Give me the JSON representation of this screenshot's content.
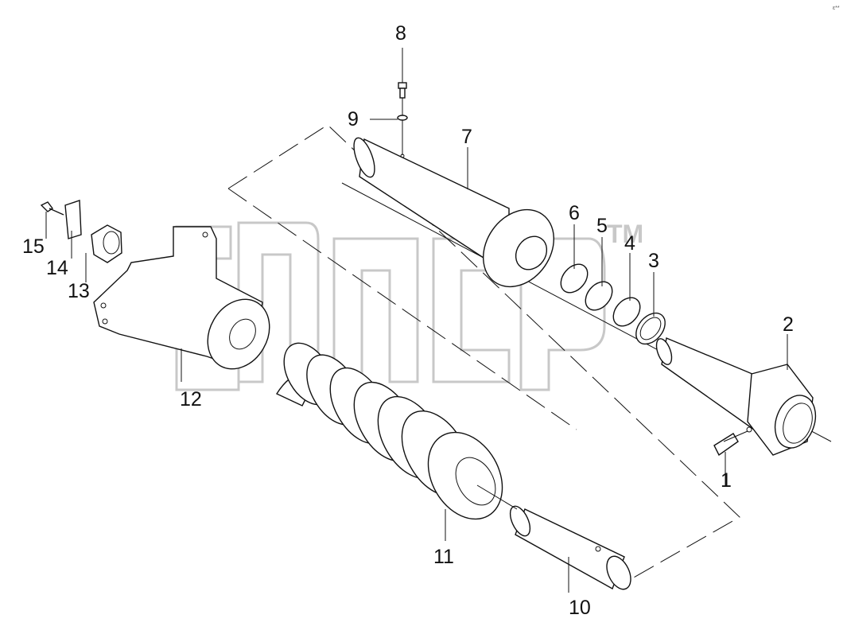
{
  "diagram": {
    "labels": [
      "1",
      "2",
      "3",
      "4",
      "5",
      "6",
      "7",
      "8",
      "9",
      "10",
      "11",
      "12",
      "13",
      "14",
      "15"
    ],
    "watermark_suffix": "TM",
    "corner_mark": "ε**"
  }
}
